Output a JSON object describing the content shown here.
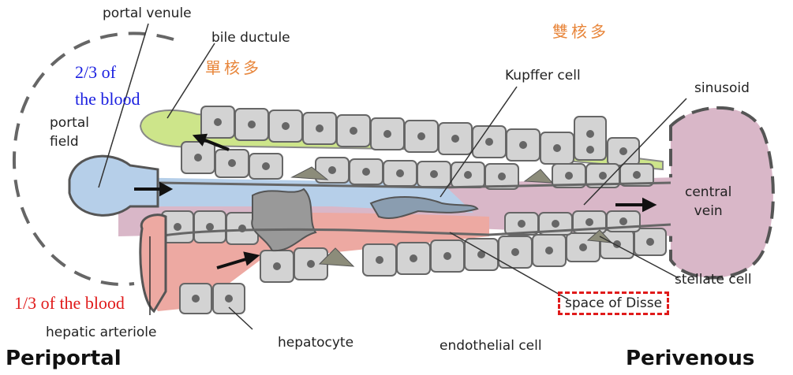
{
  "labels": {
    "portal_venule": "portal venule",
    "bile_ductule": "bile ductule",
    "portal_field_line1": "portal",
    "portal_field_line2": "field",
    "kupffer_cell": "Kupffer cell",
    "sinusoid": "sinusoid",
    "central_vein_line1": "central",
    "central_vein_line2": "vein",
    "stellate_cell": "stellate cell",
    "space_of_disse": "space of Disse",
    "hepatic_arteriole": "hepatic arteriole",
    "hepatocyte": "hepatocyte",
    "endothelial_cell": "endothelial cell"
  },
  "annotations": {
    "blood_two_thirds_line1": "2/3 of",
    "blood_two_thirds_line2": "the blood",
    "blood_one_third": "1/3 of the blood",
    "mononuclear_many": "單核多",
    "binuclear_many": "雙核多"
  },
  "zones": {
    "periportal": "Periportal",
    "perivenous": "Perivenous"
  },
  "colors": {
    "portal_blue": "#b6cfe9",
    "arterial_red": "#eda9a2",
    "sinusoid_mauve": "#d9b7c8",
    "bile_green": "#cde58a",
    "cell_gray": "#d3d3d3"
  }
}
